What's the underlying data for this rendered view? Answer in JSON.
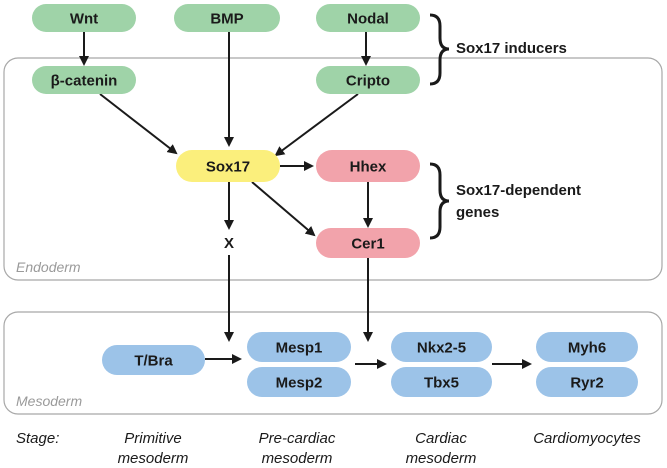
{
  "regions": {
    "endoderm_label": "Endoderm",
    "mesoderm_label": "Mesoderm"
  },
  "nodes": {
    "wnt": "Wnt",
    "bmp": "BMP",
    "nodal": "Nodal",
    "beta_catenin": "β-catenin",
    "cripto": "Cripto",
    "sox17": "Sox17",
    "hhex": "Hhex",
    "cer1": "Cer1",
    "tbra": "T/Bra",
    "mesp1": "Mesp1",
    "mesp2": "Mesp2",
    "nkx25": "Nkx2-5",
    "tbx5": "Tbx5",
    "myh6": "Myh6",
    "ryr2": "Ryr2"
  },
  "annotations": {
    "inducers": "Sox17 inducers",
    "dependent_line1": "Sox17-dependent",
    "dependent_line2": "genes",
    "x_mark": "X"
  },
  "stages": {
    "label": "Stage:",
    "primitive_line1": "Primitive",
    "primitive_line2": "mesoderm",
    "precardiac_line1": "Pre-cardiac",
    "precardiac_line2": "mesoderm",
    "cardiac_line1": "Cardiac",
    "cardiac_line2": "mesoderm",
    "cardiomyocytes": "Cardiomyocytes"
  },
  "colors": {
    "green": "#9fd3a8",
    "yellow": "#fbef7c",
    "pink": "#f2a3ab",
    "blue": "#9cc3e8",
    "region_border": "#a8a8a8",
    "arrow": "#1a1a1a"
  }
}
